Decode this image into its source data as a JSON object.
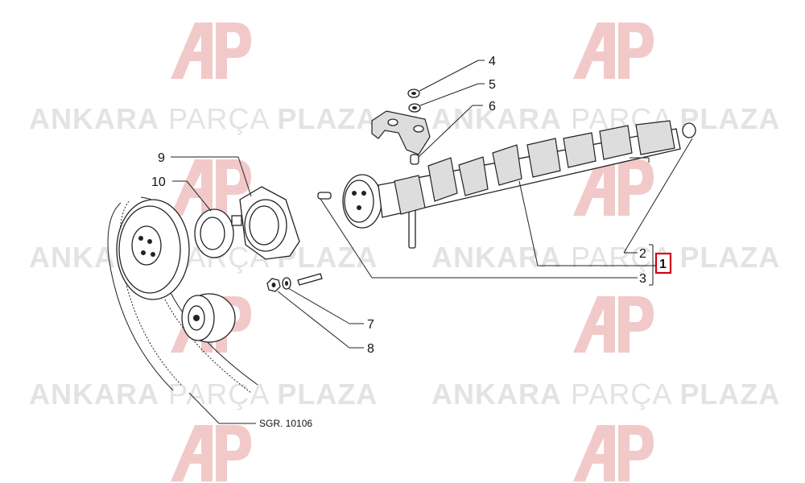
{
  "watermark": {
    "word1": "ANKARA",
    "word2": "PARÇA",
    "word3": "PLAZA",
    "logo_color": "#f2c9c9",
    "text_color": "#e3e3e3"
  },
  "callouts": {
    "c1": "1",
    "c2": "2",
    "c3": "3",
    "c4": "4",
    "c5": "5",
    "c6": "6",
    "c7": "7",
    "c8": "8",
    "c9": "9",
    "c10": "10"
  },
  "highlight": {
    "label": "1",
    "color": "#d0021b"
  },
  "reference": "SGR. 10106"
}
